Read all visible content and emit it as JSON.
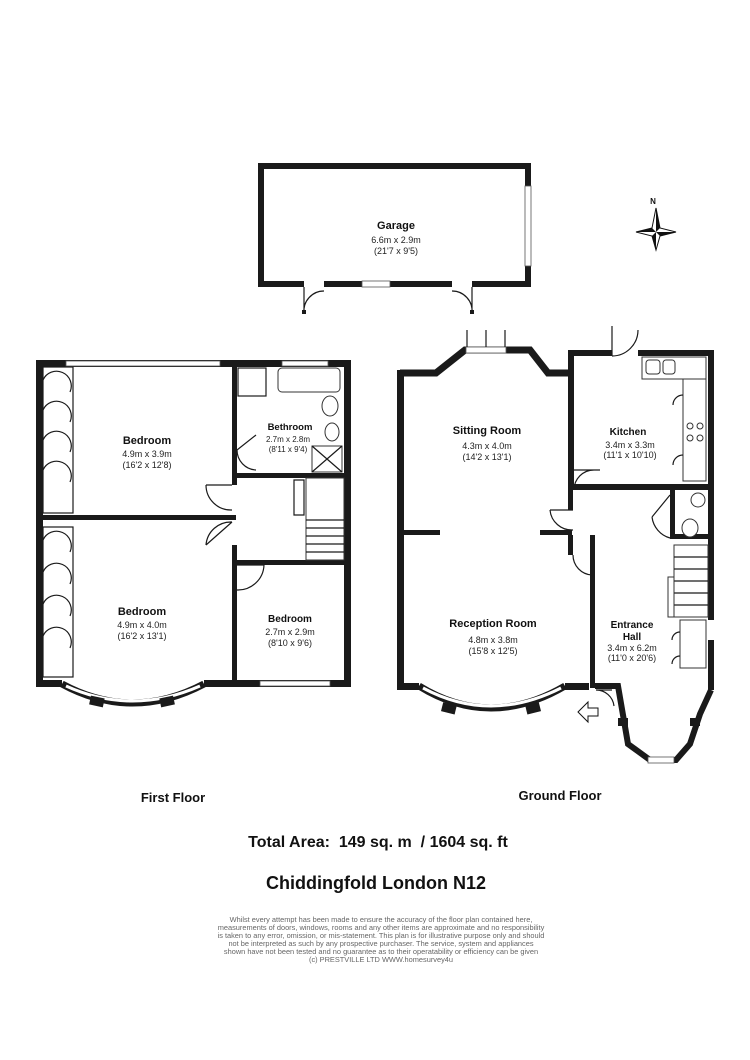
{
  "compass": {
    "north_label": "N"
  },
  "rooms": {
    "garage": {
      "name": "Garage",
      "metric": "6.6m x 2.9m",
      "imperial": "(21'7 x 9'5)"
    },
    "bedroom_1": {
      "name": "Bedroom",
      "metric": "4.9m x 3.9m",
      "imperial": "(16'2 x 12'8)"
    },
    "bathroom": {
      "name": "Bethroom",
      "metric": "2.7m x 2.8m",
      "imperial": "(8'11 x 9'4)"
    },
    "bedroom_2": {
      "name": "Bedroom",
      "metric": "4.9m x 4.0m",
      "imperial": "(16'2 x 13'1)"
    },
    "bedroom_3": {
      "name": "Bedroom",
      "metric": "2.7m x 2.9m",
      "imperial": "(8'10 x 9'6)"
    },
    "sitting_room": {
      "name": "Sitting Room",
      "metric": "4.3m x 4.0m",
      "imperial": "(14'2 x 13'1)"
    },
    "kitchen": {
      "name": "Kitchen",
      "metric": "3.4m x 3.3m",
      "imperial": "(11'1 x 10'10)"
    },
    "reception_room": {
      "name": "Reception Room",
      "metric": "4.8m x 3.8m",
      "imperial": "(15'8 x 12'5)"
    },
    "entrance_hall": {
      "name_line1": "Entrance",
      "name_line2": "Hall",
      "metric": "3.4m x 6.2m",
      "imperial": "(11'0 x 20'6)"
    }
  },
  "floors": {
    "first": "First Floor",
    "ground": "Ground Floor"
  },
  "total_area": "Total Area:  149 sq. m  / 1604 sq. ft",
  "address": "Chiddingfold London N12",
  "disclaimer": [
    "Whilst every attempt has been made to ensure the accuracy of the floor plan contained here,",
    "measurements of doors, windows, rooms and any other items are approximate and no responsibility",
    "is taken to any error, omission, or mis-statement. This plan is for illustrative purpose only and should",
    "not be interpreted as such by any prospective purchaser. The service, system and appliances",
    "shown have not been tested and no guarantee as to their operatability or efficiency can be given",
    "(c) PRESTVILLE LTD WWW.homesurvey4u"
  ]
}
